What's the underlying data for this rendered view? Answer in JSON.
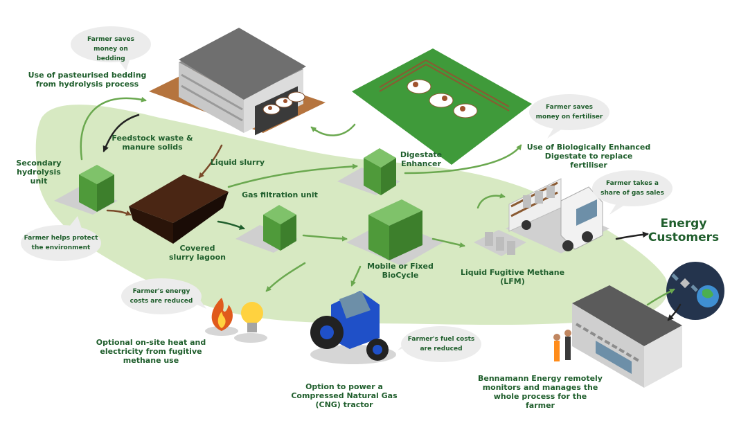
{
  "labels": {
    "bedding": "Use of pasteurised bedding from hydrolysis process",
    "feedstock": "Feedstock waste & manure solids",
    "secondary": "Secondary hydrolysis unit",
    "liquid_slurry": "Liquid slurry",
    "lagoon": "Covered slurry lagoon",
    "gas_filtration": "Gas filtration unit",
    "digestate_enhancer": "Digestate Enhancer",
    "digestate_fertiliser": "Use of Biologically Enhanced Digestate to replace fertiliser",
    "biocycle": "Mobile or Fixed BioCycle",
    "lfm": "Liquid Fugitive Methane (LFM)",
    "heat": "Optional on-site heat and electricity from fugitive methane use",
    "tractor": "Option to power a Compressed Natural Gas (CNG) tractor",
    "bennamann": "Bennamann Energy remotely monitors and manages the whole process for the farmer",
    "energy_customers": "Energy Customers"
  },
  "bubbles": {
    "bedding": "Farmer saves money on bedding",
    "fertiliser": "Farmer saves money on fertiliser",
    "environment": "Farmer helps protect the environment",
    "gas_sales": "Farmer takes a share of gas sales",
    "energy_costs": "Farmer's energy costs are reduced",
    "fuel_costs": "Farmer's fuel costs are reduced"
  },
  "colors": {
    "field": "#d7e9c2",
    "box_green": "#4f9a3a",
    "text_green": "#1f5e2c",
    "bubble_grey": "#ececec",
    "tractor_blue": "#1f50c8"
  },
  "icons": [
    "barn-icon",
    "cow-icon",
    "fence-icon",
    "slurry-lagoon-icon",
    "gas-filtration-icon",
    "digestate-enhancer-icon",
    "biocycle-icon",
    "truck-icon",
    "flame-icon",
    "lightbulb-icon",
    "tractor-icon",
    "satellite-icon",
    "globe-icon",
    "office-building-icon",
    "people-icon"
  ]
}
